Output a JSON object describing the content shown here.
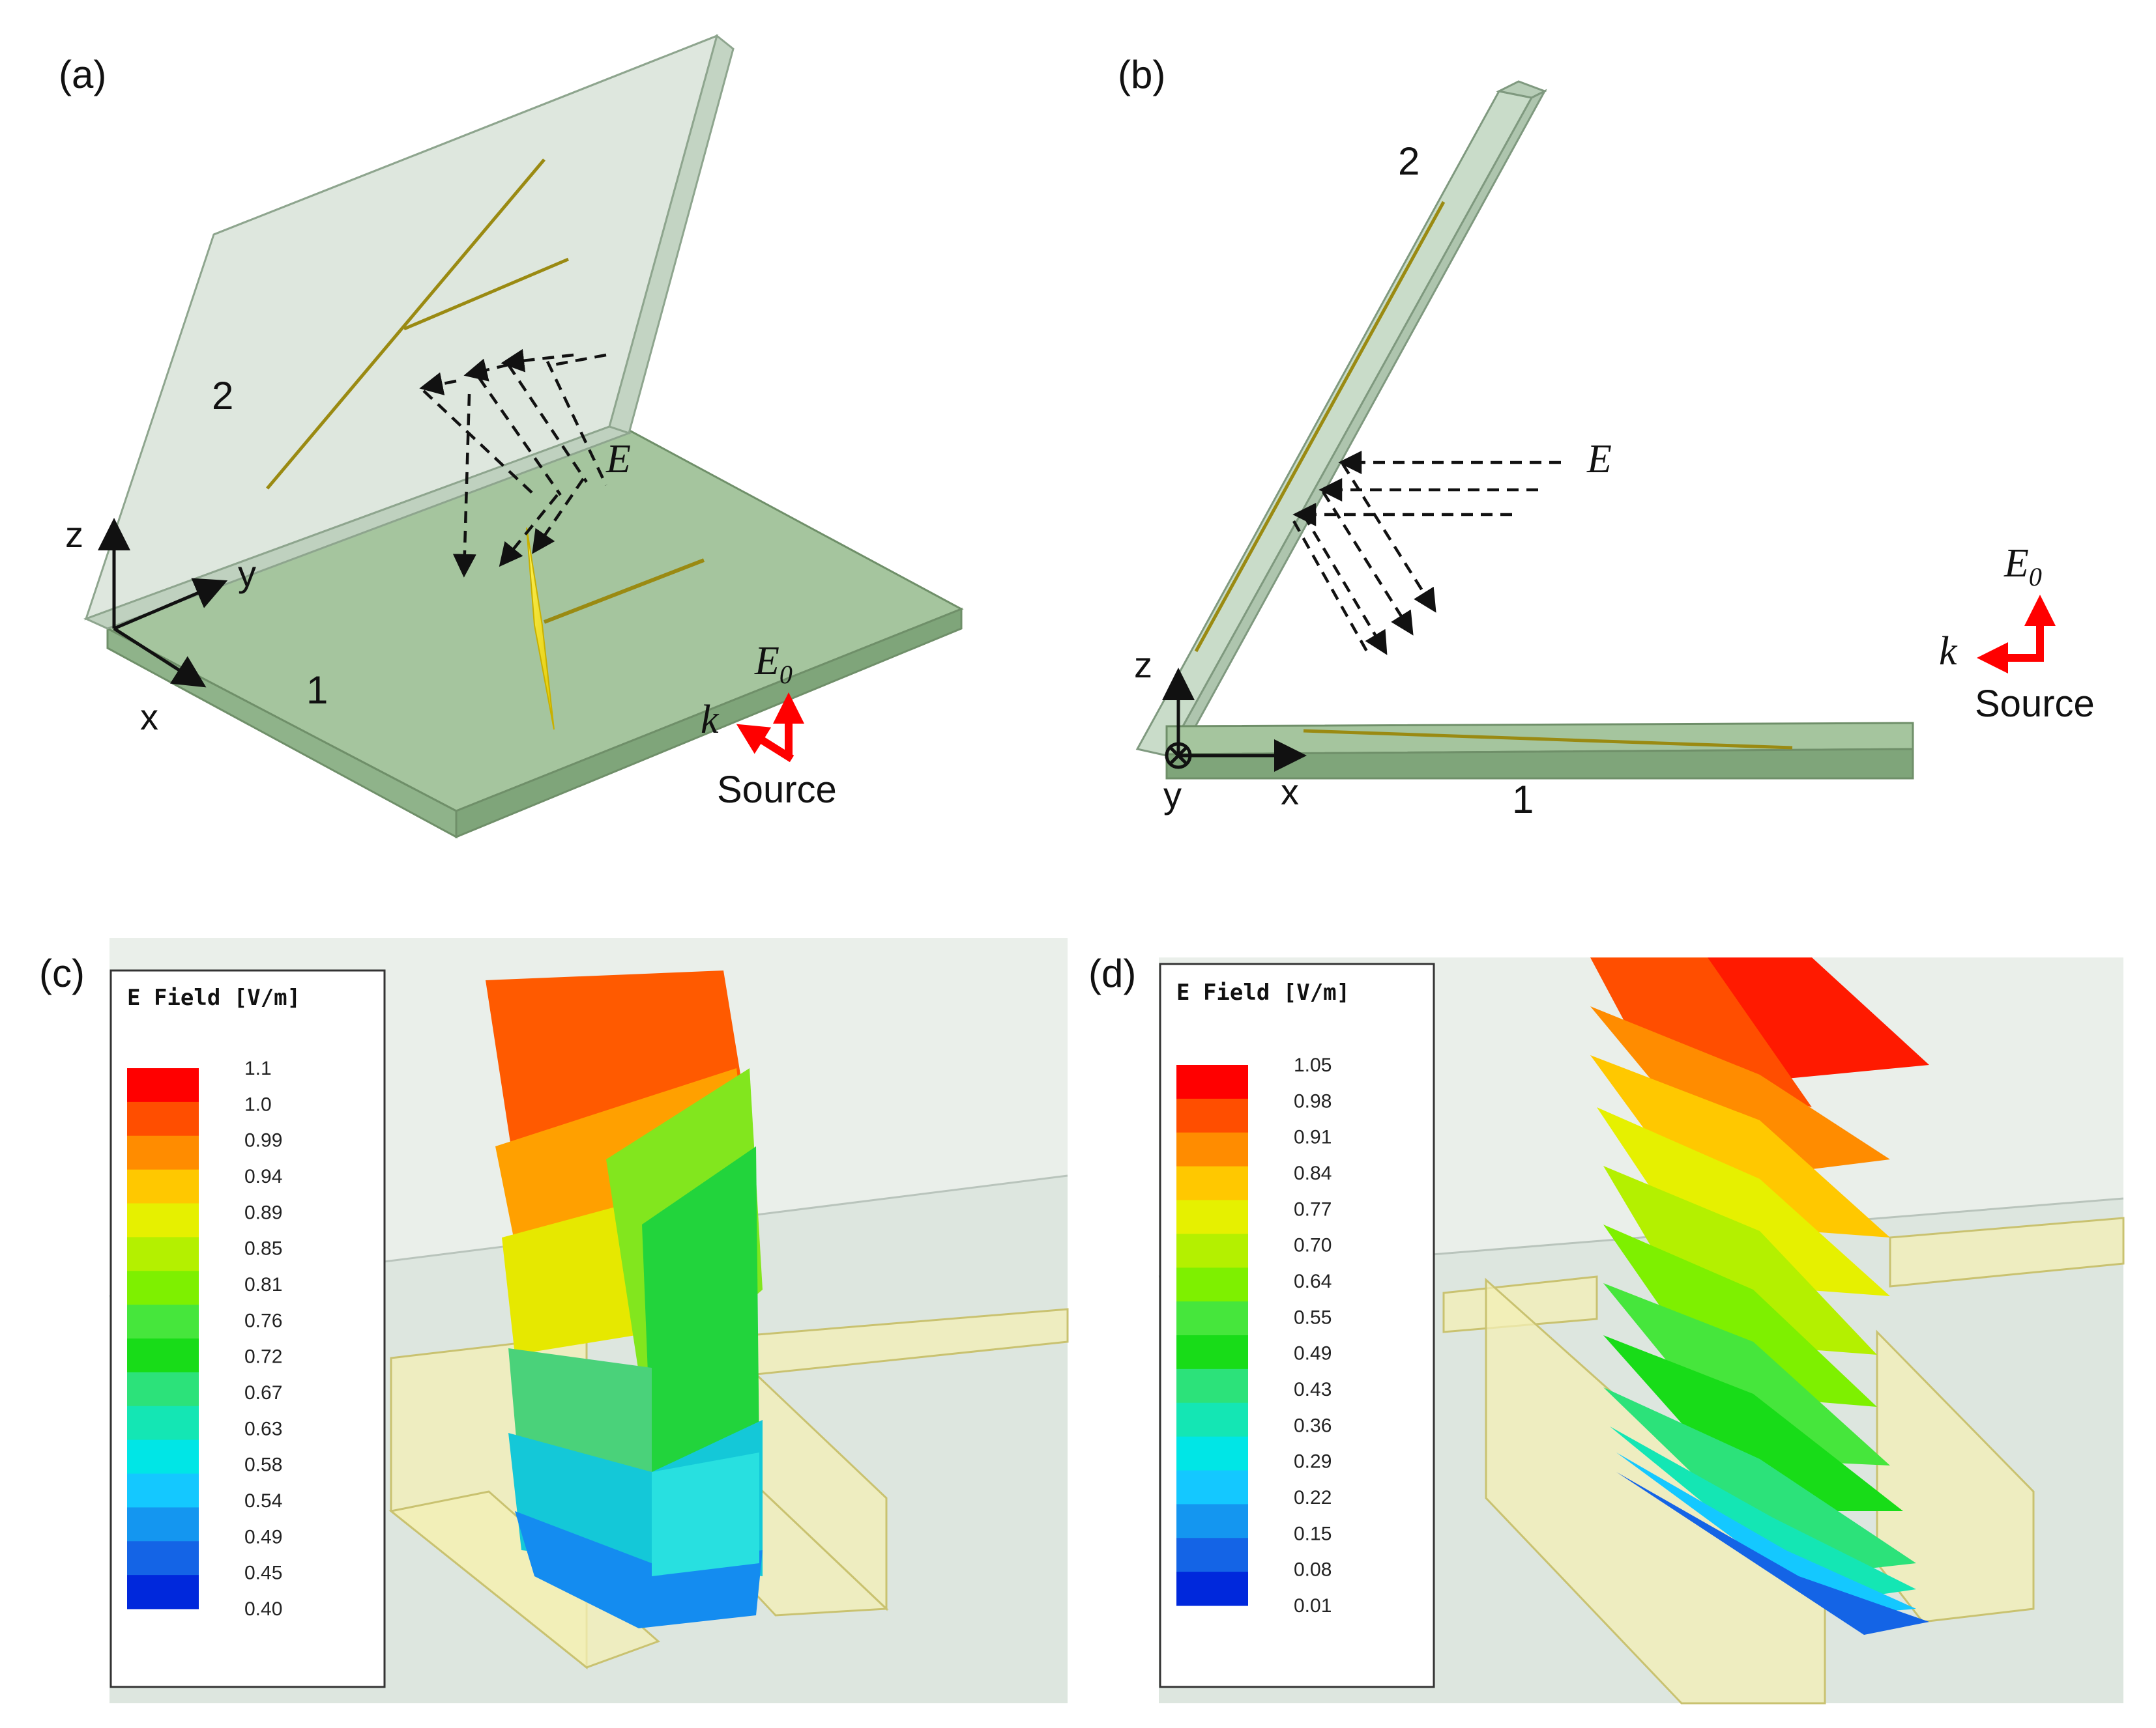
{
  "panel_a": {
    "label": "(a)",
    "plate_top": "2",
    "plate_bottom": "1",
    "field_label": "E",
    "axis_z": "z",
    "axis_y": "y",
    "axis_x": "x",
    "e0_label": "E",
    "e0_sub": "0",
    "k_label": "k",
    "source_label": "Source"
  },
  "panel_b": {
    "label": "(b)",
    "plate_top": "2",
    "plate_bottom": "1",
    "field_label": "E",
    "axis_z": "z",
    "axis_y": "y",
    "axis_x": "x",
    "e0_label": "E",
    "e0_sub": "0",
    "k_label": "k",
    "source_label": "Source"
  },
  "panel_c": {
    "label": "(c)",
    "legend_title": "E Field [V/m]",
    "legend_values": [
      "1.1",
      "1.0",
      "0.99",
      "0.94",
      "0.89",
      "0.85",
      "0.81",
      "0.76",
      "0.72",
      "0.67",
      "0.63",
      "0.58",
      "0.54",
      "0.49",
      "0.45",
      "0.40"
    ]
  },
  "panel_d": {
    "label": "(d)",
    "legend_title": "E Field [V/m]",
    "legend_values": [
      "1.05",
      "0.98",
      "0.91",
      "0.84",
      "0.77",
      "0.70",
      "0.64",
      "0.55",
      "0.49",
      "0.43",
      "0.36",
      "0.29",
      "0.22",
      "0.15",
      "0.08",
      "0.01"
    ]
  },
  "colors": {
    "plate": "#a5c59e",
    "plate_edge": "#6f8f69",
    "glass": "#d7e2d7",
    "wire": "#9a8a12",
    "wire_bright": "#f0e000",
    "source_arrow": "#ff0000",
    "colormap": [
      "#ff0000",
      "#ff4e00",
      "#ff8c00",
      "#ffc800",
      "#e6f000",
      "#b4f000",
      "#7ef000",
      "#46e63c",
      "#18dc18",
      "#2ce27a",
      "#14e6b4",
      "#00e6e6",
      "#14c8ff",
      "#1496f0",
      "#1464e6",
      "#0028dc"
    ]
  }
}
